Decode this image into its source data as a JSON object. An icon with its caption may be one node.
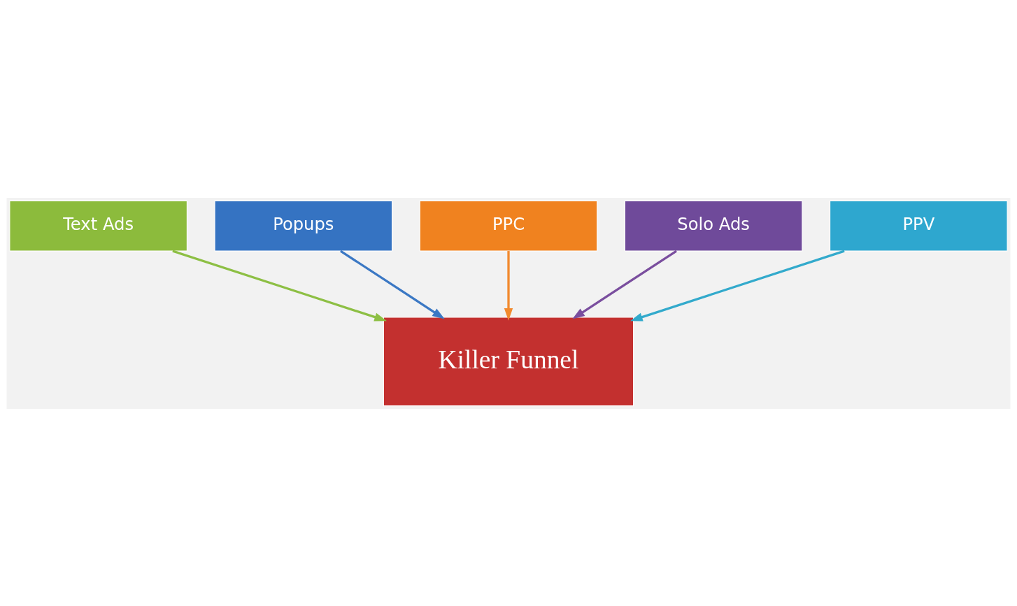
{
  "diagram": {
    "nodes": [
      {
        "text": [
          "Popups"
        ]
      },
      {
        "text": [
          "Solo Ads"
        ]
      },
      {
        "text": [
          "PPC"
        ]
      },
      {
        "text": [
          "Text Ads"
        ]
      },
      {
        "text": [
          "PPV"
        ]
      },
      {
        "text": [
          "Killer Funnel"
        ]
      }
    ],
    "edges": [
      {
        "from": 0,
        "to": 5,
        "arrow": "to",
        "color": "#3b78c4"
      },
      {
        "from": 3,
        "to": 5,
        "arrow": "to",
        "color": "#8dbf44"
      },
      {
        "from": 2,
        "to": 5,
        "arrow": "to",
        "color": "#f28a2e"
      },
      {
        "from": 4,
        "to": 5,
        "arrow": "to",
        "color": "#33aacc"
      },
      {
        "from": 1,
        "to": 5,
        "arrow": "to",
        "color": "#7a4e9e"
      }
    ]
  }
}
